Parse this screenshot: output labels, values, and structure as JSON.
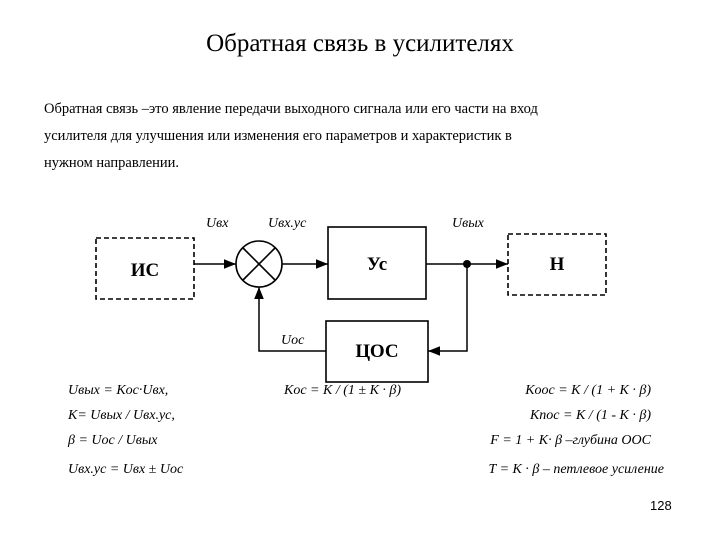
{
  "title": "Обратная связь в усилителях",
  "intro_lines": [
    "Обратная связь –это явление передачи выходного сигнала или его части на вход",
    "усилителя для улучшения или изменения его параметров и характеристик в",
    "нужном направлении."
  ],
  "diagram": {
    "signal_labels": {
      "u_in": "Uвх",
      "u_in_amp": "Uвх.ус",
      "u_out": "Uвых",
      "u_fb": "Uос"
    },
    "blocks": {
      "source": "ИС",
      "amplifier": "Ус",
      "load": "Н",
      "feedback": "ЦОС"
    }
  },
  "formulas": {
    "left": [
      "Uвых = Kос·Uвх,",
      "K= Uвых / Uвх.ус,",
      "β = Uос / Uвых",
      "Uвх.ус = Uвх ± Uос"
    ],
    "middle": [
      "Kос = K / (1 ± K · β)"
    ],
    "right": [
      "Kоос = K / (1 + K · β)",
      "Kпос = K / (1 - K · β)",
      "F = 1 + K· β –глубина ООС",
      "T = K · β – петлевое усиление"
    ]
  },
  "page_number": "128"
}
